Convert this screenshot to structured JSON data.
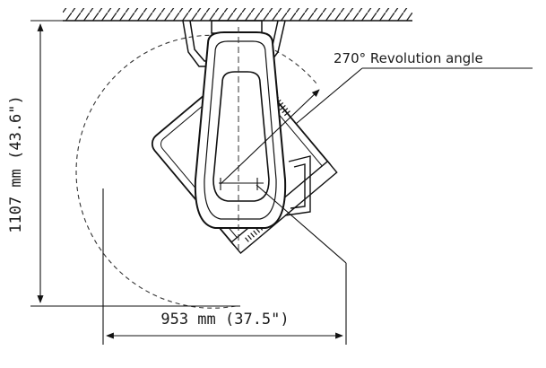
{
  "diagram": {
    "revolution_label": "270° Revolution angle",
    "height_label": "1107 mm (43.6\")",
    "width_label": "953 mm (37.5\")"
  }
}
